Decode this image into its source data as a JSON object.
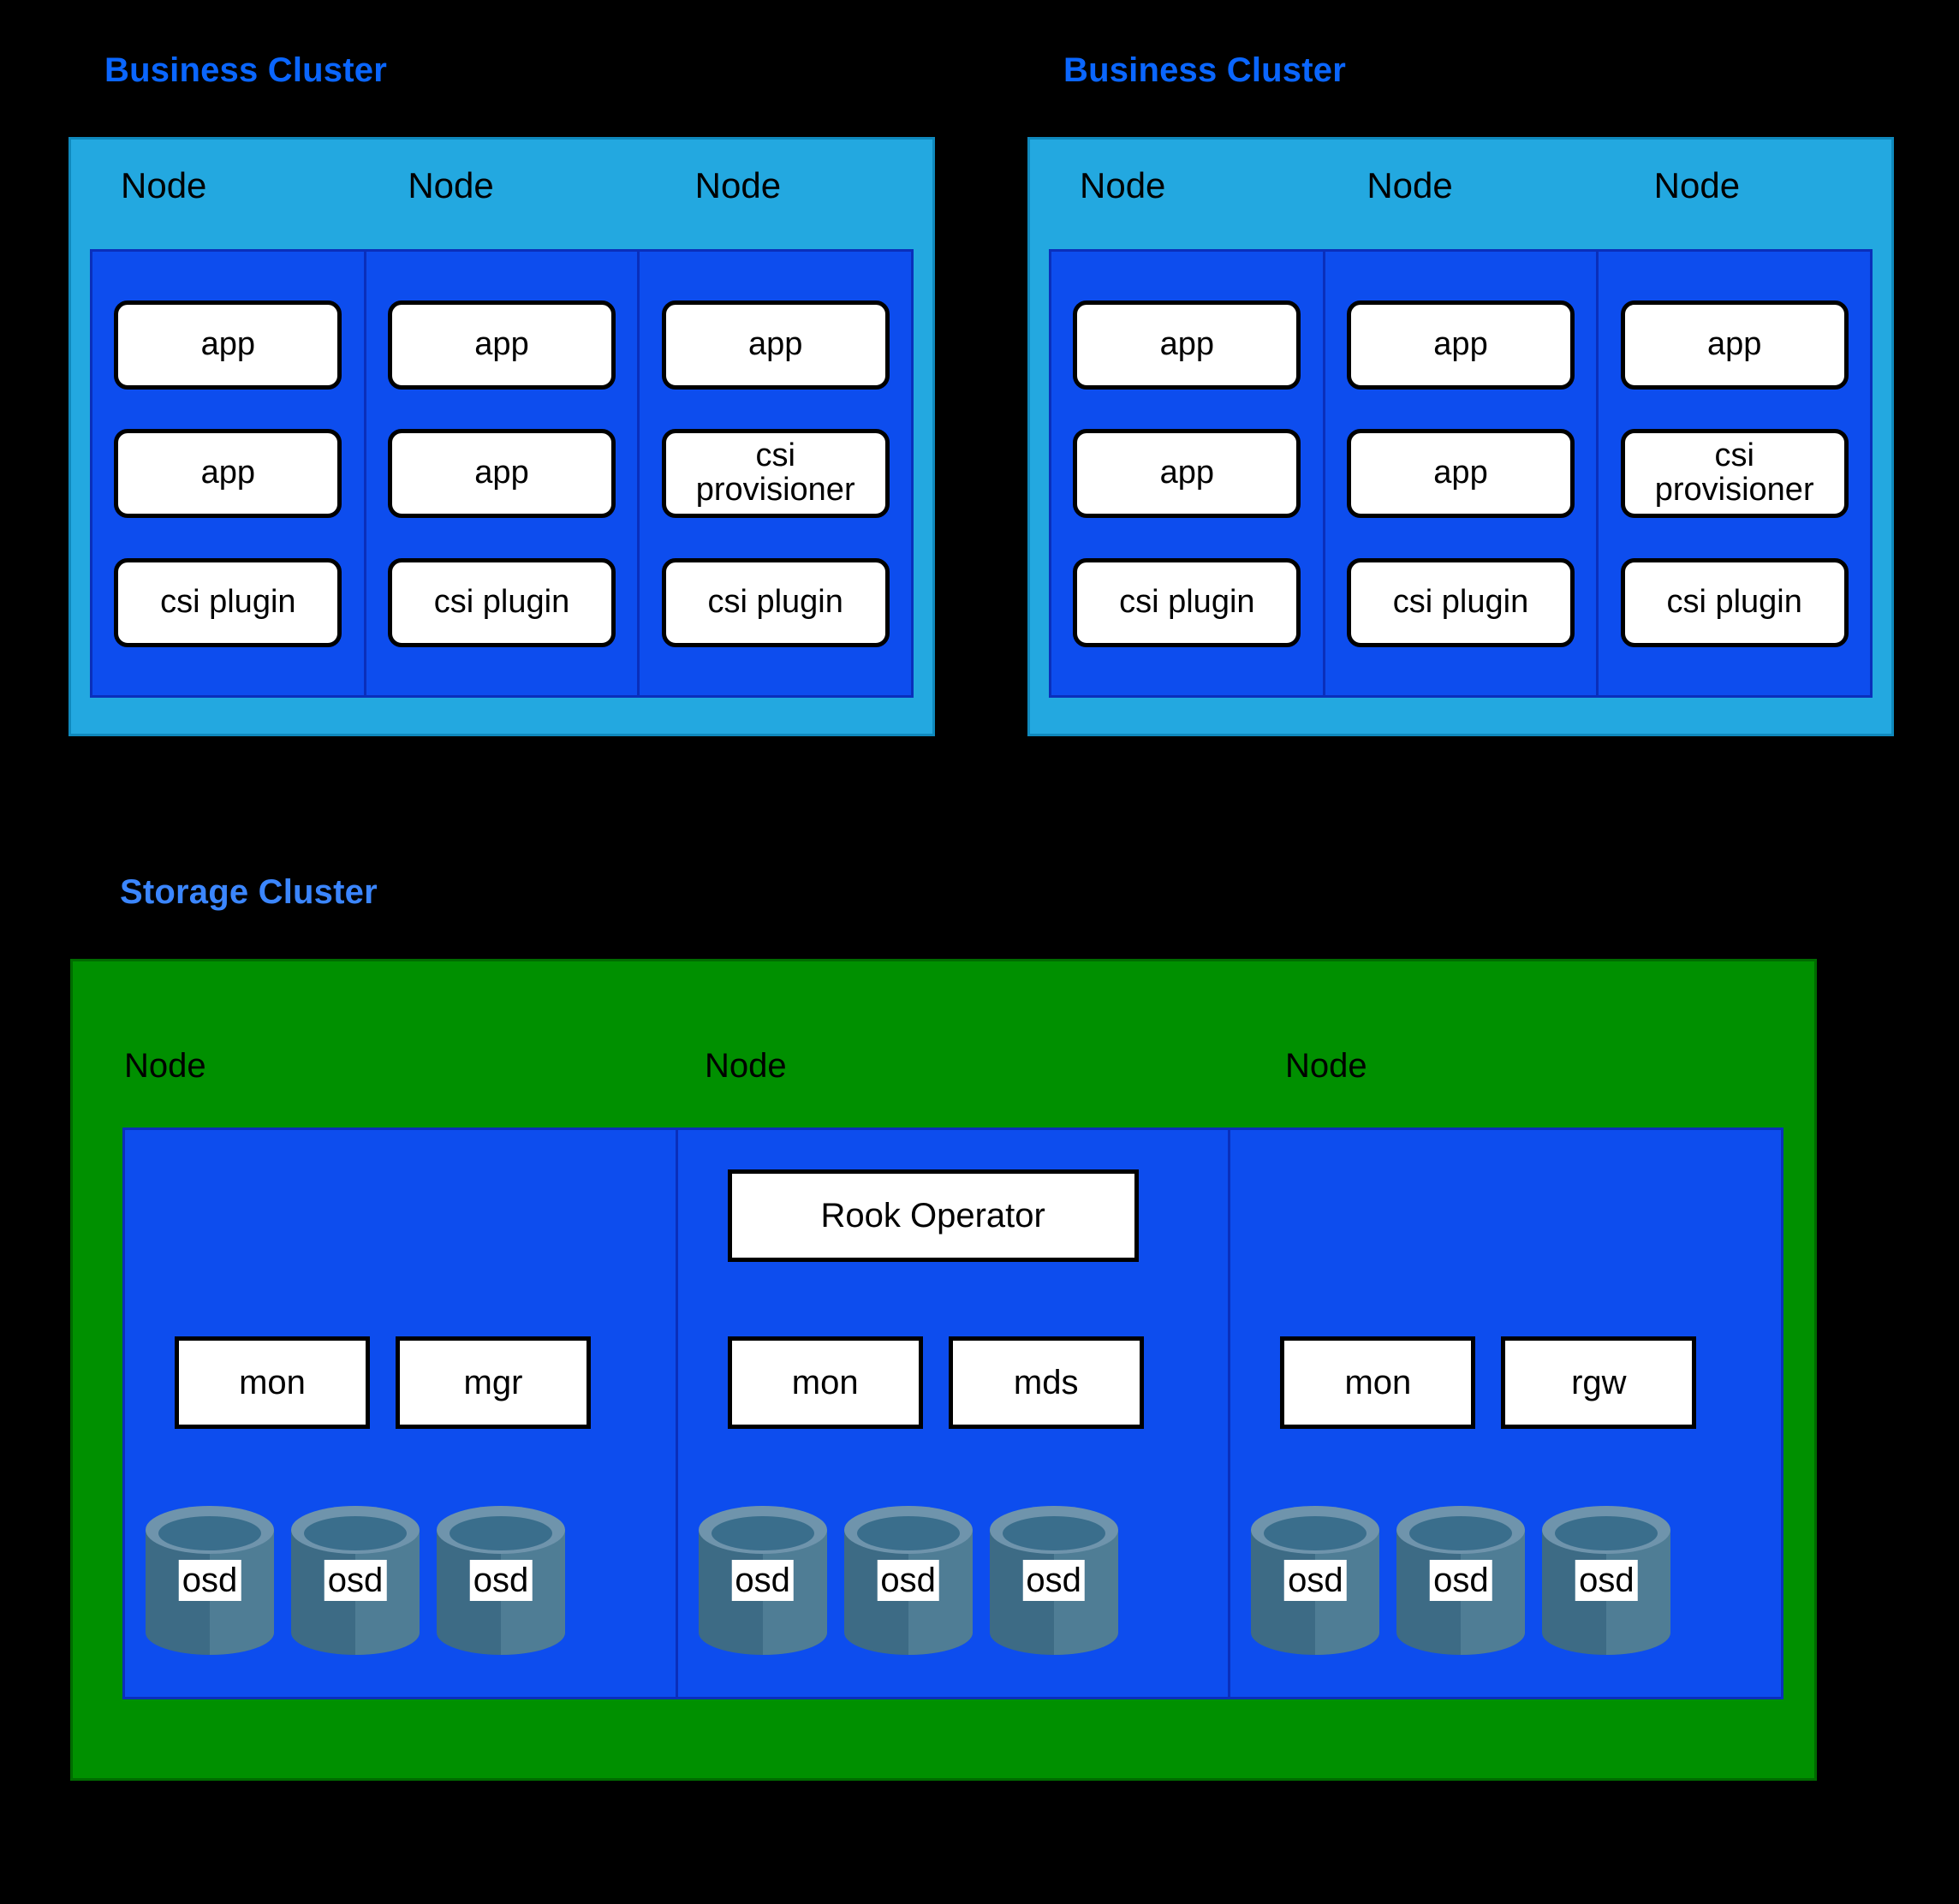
{
  "business_clusters": [
    {
      "title": "Business Cluster",
      "nodes": [
        {
          "label": "Node",
          "pods": [
            "app",
            "app",
            "csi plugin"
          ]
        },
        {
          "label": "Node",
          "pods": [
            "app",
            "app",
            "csi plugin"
          ]
        },
        {
          "label": "Node",
          "pods": [
            "app",
            "csi\nprovisioner",
            "csi plugin"
          ]
        }
      ]
    },
    {
      "title": "Business Cluster",
      "nodes": [
        {
          "label": "Node",
          "pods": [
            "app",
            "app",
            "csi plugin"
          ]
        },
        {
          "label": "Node",
          "pods": [
            "app",
            "app",
            "csi plugin"
          ]
        },
        {
          "label": "Node",
          "pods": [
            "app",
            "csi\nprovisioner",
            "csi plugin"
          ]
        }
      ]
    }
  ],
  "storage_cluster": {
    "title": "Storage Cluster",
    "nodes": [
      {
        "label": "Node",
        "operator": null,
        "services": [
          "mon",
          "mgr"
        ],
        "osds": [
          "osd",
          "osd",
          "osd"
        ]
      },
      {
        "label": "Node",
        "operator": "Rook Operator",
        "services": [
          "mon",
          "mds"
        ],
        "osds": [
          "osd",
          "osd",
          "osd"
        ]
      },
      {
        "label": "Node",
        "operator": null,
        "services": [
          "mon",
          "rgw"
        ],
        "osds": [
          "osd",
          "osd",
          "osd"
        ]
      }
    ]
  },
  "colors": {
    "background": "#000000",
    "business_cluster_title": "#0a66ff",
    "storage_cluster_title": "#3b86ff",
    "business_cluster_fill": "#23a8e0",
    "node_fill": "#0d4dee",
    "node_border": "#0a2fbb",
    "storage_cluster_fill": "#009000",
    "pod_fill": "#ffffff",
    "pod_border": "#000000",
    "osd_body": "#3d6b85",
    "osd_body_light": "#4f7d95",
    "osd_rim": "#6f94ac",
    "osd_top": "#3a6e8c"
  }
}
